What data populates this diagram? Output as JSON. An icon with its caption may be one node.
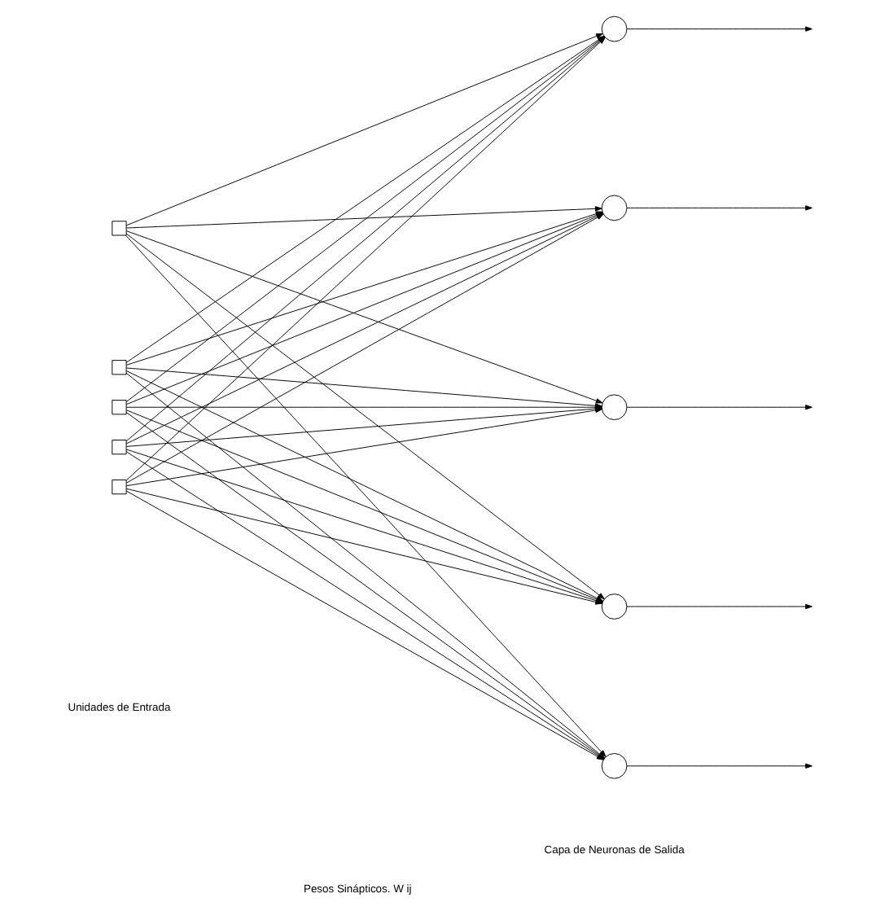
{
  "diagram": {
    "nodes": [
      {
        "text": [],
        "shape": "box"
      },
      {
        "text": [],
        "shape": "box"
      },
      {
        "text": [],
        "shape": "box"
      },
      {
        "text": [],
        "shape": "box"
      },
      {
        "text": [],
        "shape": "box"
      },
      {
        "text": [],
        "shape": "circle"
      },
      {
        "text": [],
        "shape": "circle"
      },
      {
        "text": [],
        "shape": "circle"
      },
      {
        "text": [],
        "shape": "circle"
      },
      {
        "text": [],
        "shape": "circle"
      }
    ],
    "edges": [
      {
        "from": 0,
        "to": 5,
        "arrow": "to"
      },
      {
        "from": 0,
        "to": 6,
        "arrow": "to"
      },
      {
        "from": 0,
        "to": 7,
        "arrow": "to"
      },
      {
        "from": 0,
        "to": 8,
        "arrow": "to"
      },
      {
        "from": 0,
        "to": 9,
        "arrow": "to"
      },
      {
        "from": 1,
        "to": 5,
        "arrow": "to"
      },
      {
        "from": 1,
        "to": 6,
        "arrow": "to"
      },
      {
        "from": 1,
        "to": 7,
        "arrow": "to"
      },
      {
        "from": 1,
        "to": 8,
        "arrow": "to"
      },
      {
        "from": 1,
        "to": 9,
        "arrow": "to"
      },
      {
        "from": 2,
        "to": 5,
        "arrow": "to"
      },
      {
        "from": 2,
        "to": 6,
        "arrow": "to"
      },
      {
        "from": 2,
        "to": 7,
        "arrow": "to"
      },
      {
        "from": 2,
        "to": 8,
        "arrow": "to"
      },
      {
        "from": 2,
        "to": 9,
        "arrow": "to"
      },
      {
        "from": 3,
        "to": 5,
        "arrow": "to"
      },
      {
        "from": 3,
        "to": 6,
        "arrow": "to"
      },
      {
        "from": 3,
        "to": 7,
        "arrow": "to"
      },
      {
        "from": 3,
        "to": 8,
        "arrow": "to"
      },
      {
        "from": 3,
        "to": 9,
        "arrow": "to"
      },
      {
        "from": 4,
        "to": 5,
        "arrow": "to"
      },
      {
        "from": 4,
        "to": 6,
        "arrow": "to"
      },
      {
        "from": 4,
        "to": 7,
        "arrow": "to"
      },
      {
        "from": 4,
        "to": 8,
        "arrow": "to"
      },
      {
        "from": 4,
        "to": 9,
        "arrow": "to"
      },
      {
        "from": 5,
        "to": null,
        "arrow": "to"
      },
      {
        "from": 6,
        "to": null,
        "arrow": "to"
      },
      {
        "from": 7,
        "to": null,
        "arrow": "to"
      },
      {
        "from": 8,
        "to": null,
        "arrow": "to"
      },
      {
        "from": 9,
        "to": null,
        "arrow": "to"
      }
    ],
    "labels": [
      "Unidades de Entrada",
      "Pesos Sinápticos. W ij",
      "Capa de Neuronas de Salida"
    ]
  }
}
